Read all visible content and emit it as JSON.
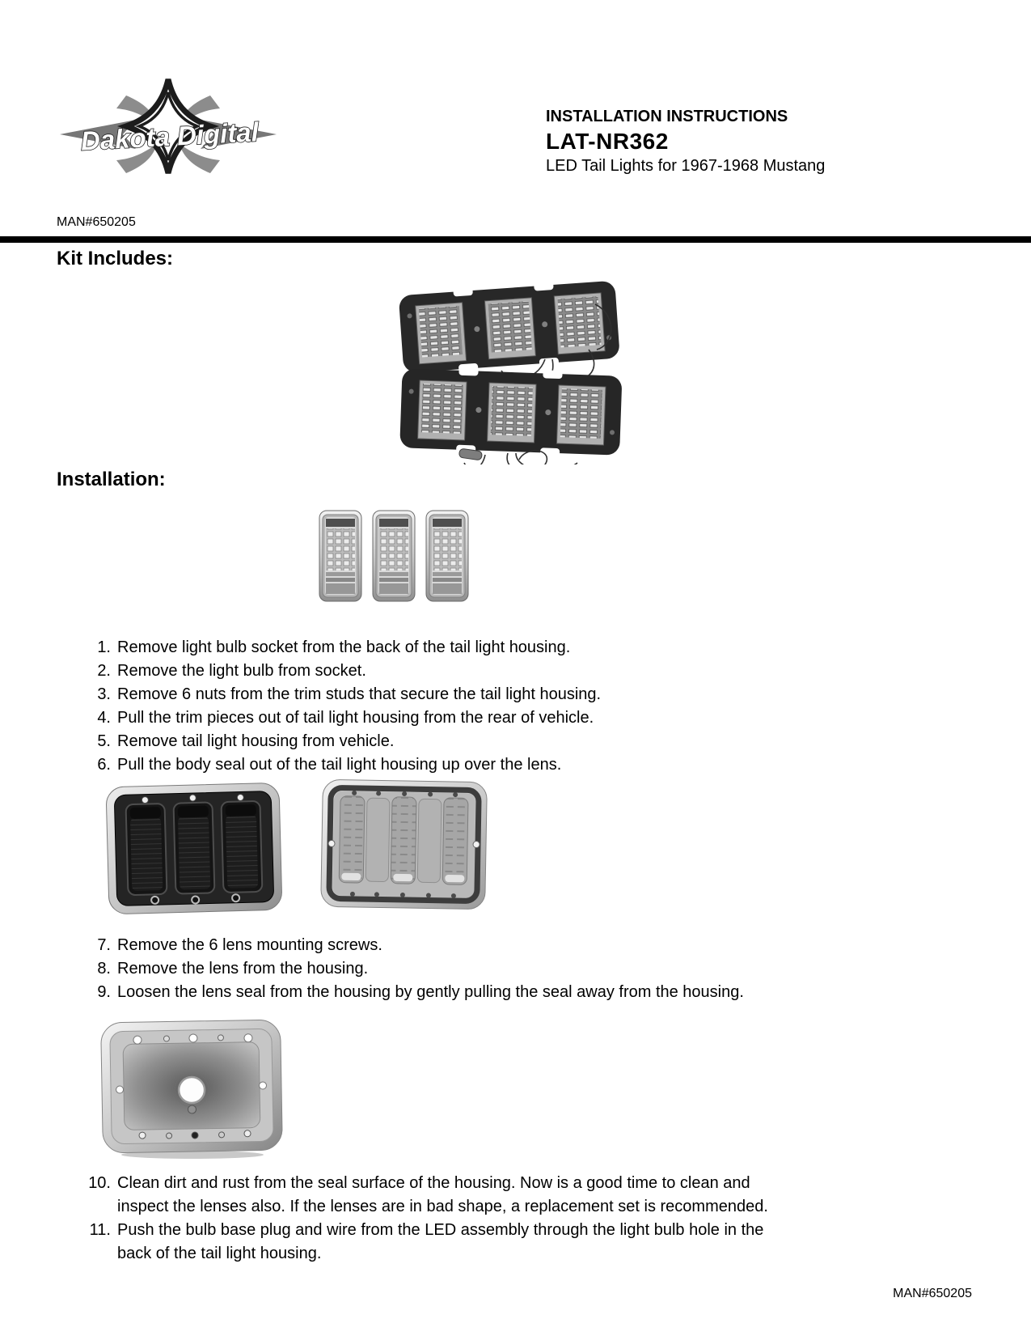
{
  "header": {
    "logo_text": "Dakota Digital",
    "doc_type": "INSTALLATION INSTRUCTIONS",
    "model": "LAT-NR362",
    "subtitle": "LED Tail Lights for 1967-1968 Mustang",
    "man_number": "MAN#650205"
  },
  "sections": {
    "kit_includes": "Kit Includes:",
    "installation": "Installation:"
  },
  "steps_a": [
    {
      "num": "1.",
      "text": "Remove light bulb socket from the back of the tail light housing."
    },
    {
      "num": "2.",
      "text": "Remove the light bulb from socket."
    },
    {
      "num": "3.",
      "text": "Remove 6 nuts from the trim studs that secure the tail light housing."
    },
    {
      "num": "4.",
      "text": "Pull the trim pieces out of tail light housing from the rear of vehicle."
    },
    {
      "num": "5.",
      "text": "Remove tail light housing from vehicle."
    },
    {
      "num": "6.",
      "text": "Pull the body seal out of the tail light housing up over the lens."
    }
  ],
  "steps_b": [
    {
      "num": "7.",
      "text": "Remove the 6 lens mounting screws."
    },
    {
      "num": "8.",
      "text": "Remove the lens from the housing."
    },
    {
      "num": "9.",
      "text": "Loosen the lens seal from the housing by gently pulling the seal away from the housing."
    }
  ],
  "steps_c": [
    {
      "num": "10.",
      "text": "Clean dirt and rust from the seal surface of the housing. Now is a good time to clean and\ninspect the lenses also. If the lenses are in bad shape, a replacement set is recommended."
    },
    {
      "num": "11.",
      "text": "Push the bulb base plug and wire from the LED assembly through the light bulb hole in the\nback of the tail light housing."
    }
  ],
  "footer": {
    "man_number": "MAN#650205"
  },
  "images": {
    "kit_photo": "Two LED tail light panel assemblies with wiring harnesses",
    "lenses_photo": "Three Mustang tail light lenses",
    "housing_front_photo": "Tail light housing with lenses, front view",
    "lens_back_photo": "Tail light lens back side with trim studs",
    "housing_empty_photo": "Empty tail light housing with bulb hole"
  },
  "colors": {
    "text": "#000000",
    "rule": "#000000",
    "background": "#ffffff"
  }
}
